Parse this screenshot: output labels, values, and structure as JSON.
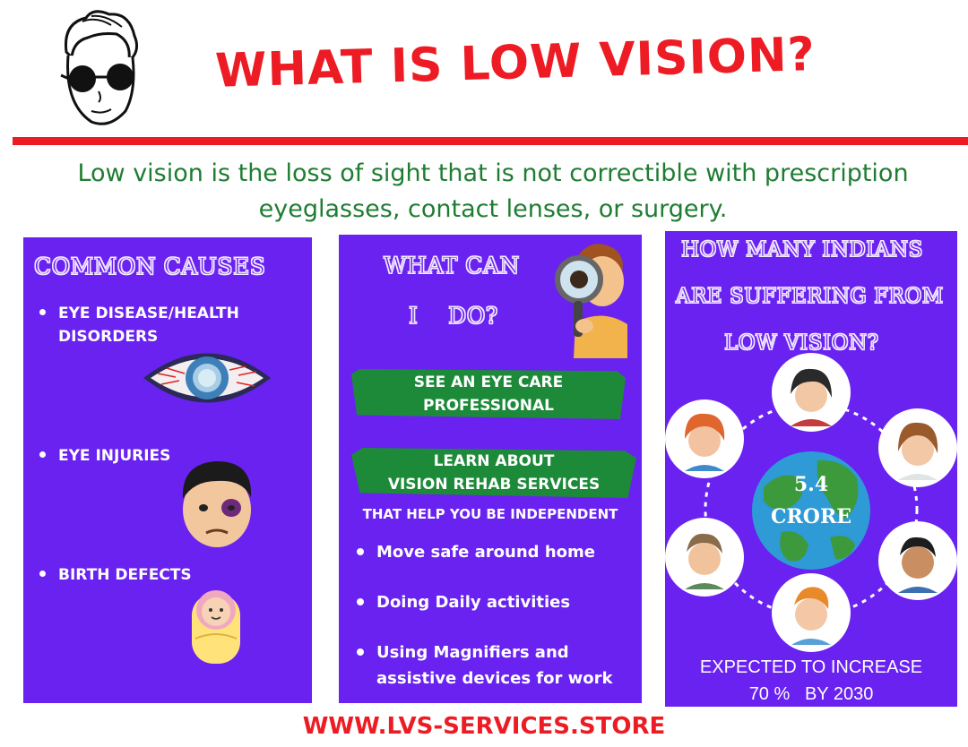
{
  "header": {
    "title": "WHAT IS LOW VISION?",
    "definition_line1": "Low vision is the loss of sight that is not correctible with prescription",
    "definition_line2": "eyeglasses, contact lenses, or surgery."
  },
  "causes": {
    "title": "COMMON CAUSES",
    "items": [
      "EYE DISEASE/HEALTH",
      "DISORDERS",
      "EYE INJURIES",
      "BIRTH DEFECTS"
    ]
  },
  "actions": {
    "title_line1": "WHAT CAN",
    "title_line2": "I    DO?",
    "banner1_line1": "SEE AN EYE CARE",
    "banner1_line2": "PROFESSIONAL",
    "banner2_line1": "LEARN ABOUT",
    "banner2_line2": "VISION REHAB SERVICES",
    "caption": "THAT HELP YOU BE INDEPENDENT",
    "items": [
      {
        "line1": "Move safe around home",
        "line2": ""
      },
      {
        "line1": "Doing Daily activities",
        "line2": ""
      },
      {
        "line1": "Using Magnifiers and",
        "line2": "assistive devices for work"
      }
    ]
  },
  "stats": {
    "title_line1": "HOW MANY INDIANS",
    "title_line2": "ARE SUFFERING FROM",
    "title_line3": "LOW VISION?",
    "figure_value": "5.4",
    "figure_unit": "CRORE",
    "note_line1": "EXPECTED TO INCREASE",
    "note_line2": "70 %   BY 2030"
  },
  "footer": {
    "url": "WWW.LVS-SERVICES.STORE"
  },
  "colors": {
    "accent_red": "#ed1c24",
    "panel_purple": "#6922f0",
    "green": "#1d8a3a"
  },
  "icons": [
    "cartoon-boy-sunglasses-icon",
    "bloodshot-eye-icon",
    "injured-face-icon",
    "baby-icon",
    "magnifier-boy-icon",
    "globe-icon",
    "people-avatars-icon"
  ]
}
